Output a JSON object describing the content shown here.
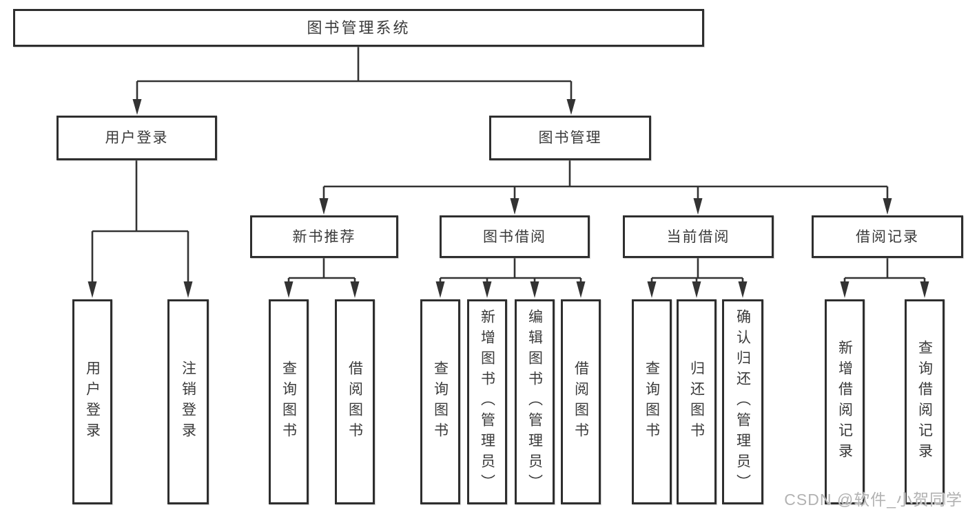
{
  "diagram": {
    "root": {
      "label": "图书管理系统"
    },
    "level2": [
      {
        "label": "用户登录",
        "parent": "图书管理系统"
      },
      {
        "label": "图书管理",
        "parent": "图书管理系统"
      }
    ],
    "level3": [
      {
        "label": "新书推荐",
        "parent": "图书管理"
      },
      {
        "label": "图书借阅",
        "parent": "图书管理"
      },
      {
        "label": "当前借阅",
        "parent": "图书管理"
      },
      {
        "label": "借阅记录",
        "parent": "图书管理"
      }
    ],
    "leaves": [
      {
        "label": "用户登录",
        "parent": "用户登录"
      },
      {
        "label": "注销登录",
        "parent": "用户登录"
      },
      {
        "label": "查询图书",
        "parent": "新书推荐"
      },
      {
        "label": "借阅图书",
        "parent": "新书推荐"
      },
      {
        "label": "查询图书",
        "parent": "图书借阅"
      },
      {
        "label": "新增图书（管理员）",
        "parent": "图书借阅"
      },
      {
        "label": "编辑图书（管理员）",
        "parent": "图书借阅"
      },
      {
        "label": "借阅图书",
        "parent": "图书借阅"
      },
      {
        "label": "查询图书",
        "parent": "当前借阅"
      },
      {
        "label": "归还图书",
        "parent": "当前借阅"
      },
      {
        "label": "确认归还（管理员）",
        "parent": "当前借阅"
      },
      {
        "label": "新增借阅记录",
        "parent": "借阅记录"
      },
      {
        "label": "查询借阅记录",
        "parent": "借阅记录"
      }
    ]
  },
  "watermark": {
    "text": "CSDN @软件_小贺同学"
  },
  "colors": {
    "line": "#333333",
    "box-border": "#2e2e2e",
    "box-fill": "#ffffff",
    "text": "#3a3a3a",
    "watermark": "#b2b2b2",
    "background": "#ffffff"
  }
}
